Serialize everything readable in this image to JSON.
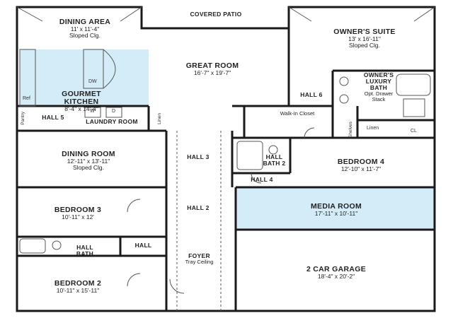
{
  "rooms": {
    "dining_area": {
      "name": "DINING AREA",
      "dims": "11' x 11'-4\"",
      "note": "Sloped Clg."
    },
    "covered_patio": {
      "name": "COVERED PATIO"
    },
    "owners_suite": {
      "name": "OWNER'S SUITE",
      "dims": "13' x 16'-11\"",
      "note": "Sloped Clg."
    },
    "great_room": {
      "name": "GREAT ROOM",
      "dims": "16'-7\" x 19'-7\""
    },
    "gourmet_kitchen": {
      "name": "GOURMET KITCHEN",
      "dims": "8'-4\" x 14'-4\""
    },
    "owners_bath": {
      "name": "OWNER'S LUXURY BATH",
      "note": "Opt. Drawer Stack"
    },
    "hall5": {
      "name": "HALL 5"
    },
    "laundry": {
      "name": "LAUNDRY ROOM"
    },
    "hall6": {
      "name": "HALL 6"
    },
    "walk_in": {
      "name": "Walk-In Closet"
    },
    "dining_room": {
      "name": "DINING ROOM",
      "dims": "12'-11\" x 13'-11\"",
      "note": "Sloped Clg."
    },
    "hall3": {
      "name": "HALL 3"
    },
    "hall_bath2": {
      "name": "HALL BATH 2"
    },
    "bedroom4": {
      "name": "BEDROOM 4",
      "dims": "12'-10\" x 11'-7\""
    },
    "hall4": {
      "name": "HALL 4"
    },
    "bedroom3": {
      "name": "BEDROOM 3",
      "dims": "10'-11\" x 12'"
    },
    "hall2": {
      "name": "HALL 2"
    },
    "media_room": {
      "name": "MEDIA ROOM",
      "dims": "17'-11\" x 10'-11\""
    },
    "hall_bath": {
      "name": "HALL BATH"
    },
    "hall": {
      "name": "HALL"
    },
    "foyer": {
      "name": "FOYER",
      "note": "Tray Ceiling"
    },
    "garage": {
      "name": "2 CAR GARAGE",
      "dims": "18'-4\" x 20'-2\""
    },
    "bedroom2": {
      "name": "BEDROOM 2",
      "dims": "10'-11\" x 15'-11\""
    }
  },
  "fixtures": {
    "dw": "DW",
    "ref": "Ref",
    "pantry": "Pantry",
    "w": "W",
    "d": "D",
    "linen": "Linen",
    "linen2": "Linen",
    "shelves": "Shelves",
    "cl": "CL"
  },
  "colors": {
    "highlight": "#d4ecf7",
    "wall": "#1a1a1a"
  }
}
